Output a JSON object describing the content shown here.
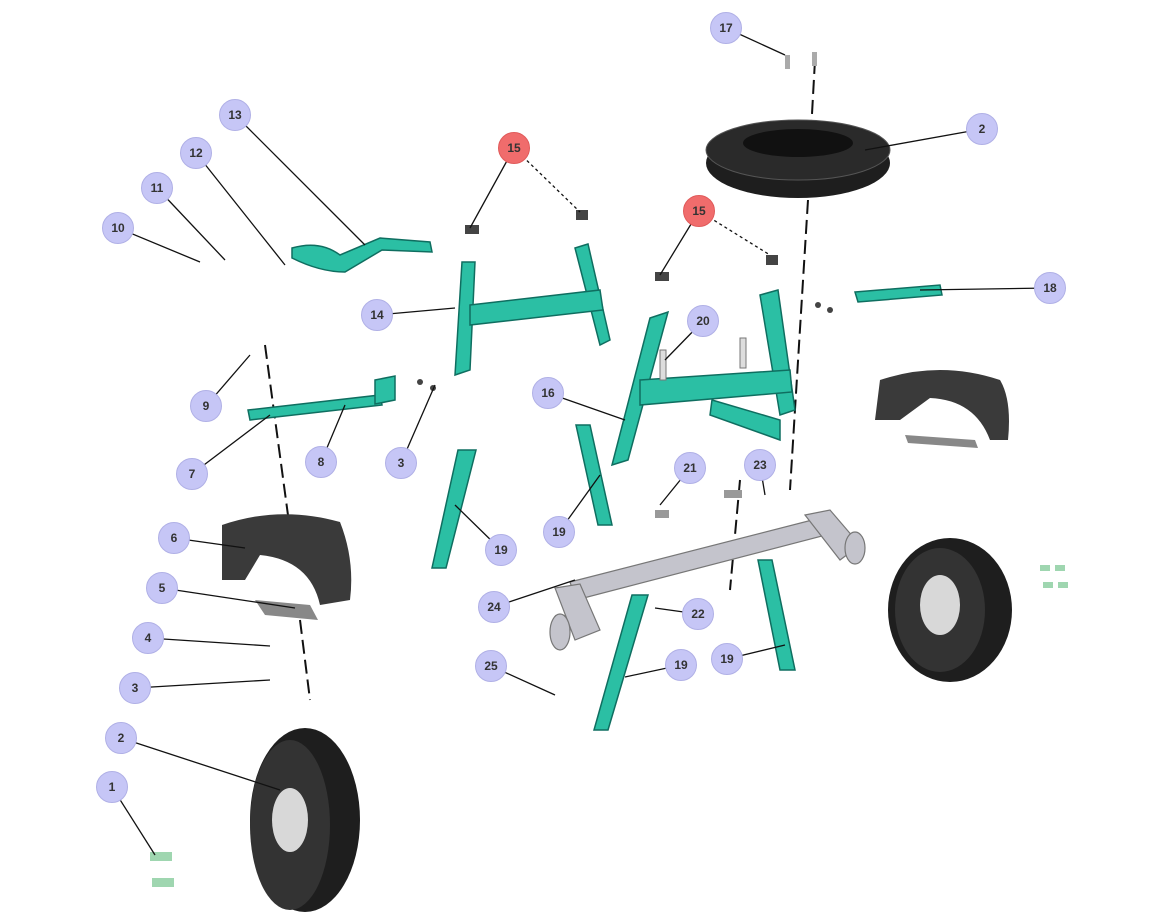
{
  "diagram": {
    "type": "exploded-parts-diagram",
    "colors": {
      "callout": "#c6c6f6",
      "callout_highlight": "#f06c6c",
      "frame": "#2bbfa4",
      "tire": "#1e1e1e",
      "axle": "#c4c4cc"
    },
    "callouts": [
      {
        "label": "17",
        "highlight": false
      },
      {
        "label": "2",
        "highlight": false
      },
      {
        "label": "15",
        "highlight": true
      },
      {
        "label": "13",
        "highlight": false
      },
      {
        "label": "12",
        "highlight": false
      },
      {
        "label": "11",
        "highlight": false
      },
      {
        "label": "10",
        "highlight": false
      },
      {
        "label": "15",
        "highlight": true
      },
      {
        "label": "18",
        "highlight": false
      },
      {
        "label": "14",
        "highlight": false
      },
      {
        "label": "20",
        "highlight": false
      },
      {
        "label": "9",
        "highlight": false
      },
      {
        "label": "16",
        "highlight": false
      },
      {
        "label": "8",
        "highlight": false
      },
      {
        "label": "3",
        "highlight": false
      },
      {
        "label": "7",
        "highlight": false
      },
      {
        "label": "21",
        "highlight": false
      },
      {
        "label": "23",
        "highlight": false
      },
      {
        "label": "19",
        "highlight": false
      },
      {
        "label": "19",
        "highlight": false
      },
      {
        "label": "6",
        "highlight": false
      },
      {
        "label": "5",
        "highlight": false
      },
      {
        "label": "24",
        "highlight": false
      },
      {
        "label": "22",
        "highlight": false
      },
      {
        "label": "4",
        "highlight": false
      },
      {
        "label": "19",
        "highlight": false
      },
      {
        "label": "19",
        "highlight": false
      },
      {
        "label": "25",
        "highlight": false
      },
      {
        "label": "3",
        "highlight": false
      },
      {
        "label": "2",
        "highlight": false
      },
      {
        "label": "1",
        "highlight": false
      }
    ]
  }
}
